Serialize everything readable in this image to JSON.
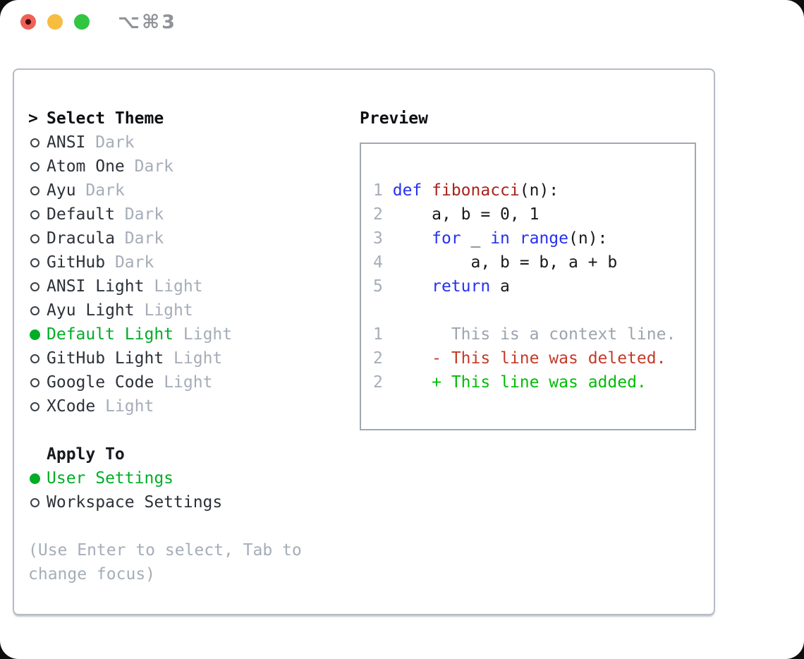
{
  "window": {
    "title": "⌥⌘3",
    "controls": {
      "close": "close",
      "minimize": "minimize",
      "zoom": "zoom"
    }
  },
  "theme_list": {
    "prompt": ">",
    "header": "Select Theme",
    "items": [
      {
        "name": "ANSI",
        "variant": "Dark",
        "selected": false
      },
      {
        "name": "Atom One",
        "variant": "Dark",
        "selected": false
      },
      {
        "name": "Ayu",
        "variant": "Dark",
        "selected": false
      },
      {
        "name": "Default",
        "variant": "Dark",
        "selected": false
      },
      {
        "name": "Dracula",
        "variant": "Dark",
        "selected": false
      },
      {
        "name": "GitHub",
        "variant": "Dark",
        "selected": false
      },
      {
        "name": "ANSI Light",
        "variant": "Light",
        "selected": false
      },
      {
        "name": "Ayu Light",
        "variant": "Light",
        "selected": false
      },
      {
        "name": "Default Light",
        "variant": "Light",
        "selected": true
      },
      {
        "name": "GitHub Light",
        "variant": "Light",
        "selected": false
      },
      {
        "name": "Google Code",
        "variant": "Light",
        "selected": false
      },
      {
        "name": "XCode",
        "variant": "Light",
        "selected": false
      }
    ]
  },
  "apply_to": {
    "label": "Apply To",
    "options": [
      {
        "name": "User Settings",
        "selected": true
      },
      {
        "name": "Workspace Settings",
        "selected": false
      }
    ]
  },
  "hint": "(Use Enter to select, Tab to change focus)",
  "preview": {
    "label": "Preview",
    "code_lines": [
      {
        "num": "1",
        "tokens": [
          [
            "def",
            "kw"
          ],
          [
            " ",
            "p"
          ],
          [
            "fibonacci",
            "fn"
          ],
          [
            "(n):",
            "p"
          ]
        ]
      },
      {
        "num": "2",
        "tokens": [
          [
            "    a, b = 0, 1",
            "p"
          ]
        ]
      },
      {
        "num": "3",
        "tokens": [
          [
            "    ",
            "p"
          ],
          [
            "for",
            "kw"
          ],
          [
            " _ ",
            "p"
          ],
          [
            "in",
            "kw"
          ],
          [
            " ",
            "p"
          ],
          [
            "range",
            "kw"
          ],
          [
            "(n):",
            "p"
          ]
        ]
      },
      {
        "num": "4",
        "tokens": [
          [
            "        a, b = b, a + b",
            "p"
          ]
        ]
      },
      {
        "num": "5",
        "tokens": [
          [
            "    ",
            "p"
          ],
          [
            "return",
            "kw"
          ],
          [
            " a",
            "p"
          ]
        ]
      }
    ],
    "diff_lines": [
      {
        "num": "1",
        "sign": " ",
        "text": "This is a context line.",
        "type": "context"
      },
      {
        "num": "2",
        "sign": "-",
        "text": "This line was deleted.",
        "type": "deleted"
      },
      {
        "num": "2",
        "sign": "+",
        "text": "This line was added.",
        "type": "added"
      }
    ]
  },
  "colors": {
    "keyword": "#2531f0",
    "function": "#a9231b",
    "plain": "#17191c",
    "context": "#9da4ae",
    "deleted": "#c43a28",
    "added": "#00bd05",
    "selected_green": "#00ad27",
    "muted_gray": "#a5adb8",
    "text_dark": "#2c3138"
  }
}
